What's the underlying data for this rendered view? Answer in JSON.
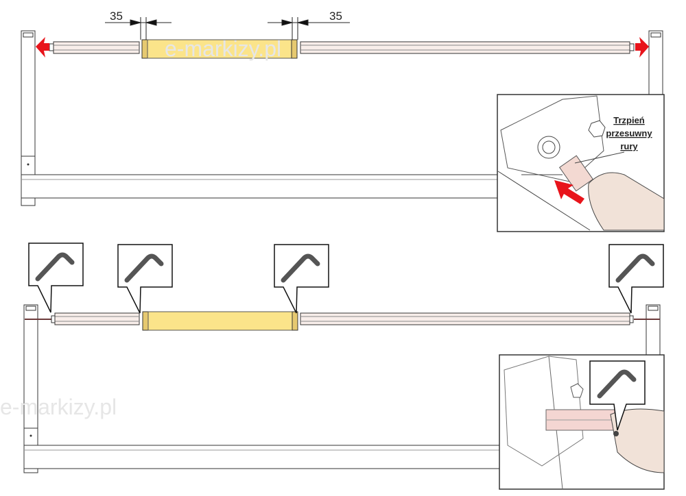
{
  "top_panel": {
    "dimension_left": "35",
    "dimension_right": "35",
    "watermark": "e-markizy.pl",
    "inset": {
      "label_lines": [
        "Trzpień",
        "przesuwny",
        "rury"
      ]
    }
  },
  "bottom_panel": {
    "watermark": "e-markizy.pl",
    "callouts": [
      "hex-key",
      "hex-key",
      "hex-key",
      "hex-key",
      "hex-key"
    ]
  },
  "colors": {
    "motor_yellow": "#fbe48a",
    "arrow_red": "#e8141b",
    "tube_pink": "#f4e6df",
    "outline": "#222222"
  }
}
